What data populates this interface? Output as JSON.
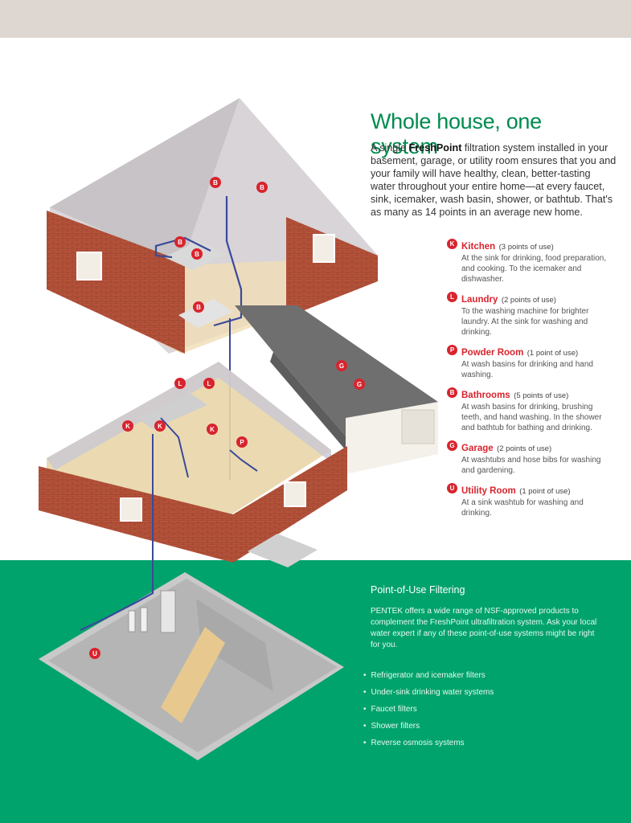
{
  "headline": "Whole house, one system",
  "intro": {
    "p1": "A single ",
    "p2": "FreshPoint",
    "p3": " filtration system installed in your basement, garage, or utility room ensures that you and your family will have healthy, clean, better-tasting water throughout your entire home—at every faucet, sink, icemaker, wash basin, shower, or bathtub. That's as many as 14 points in an average new home."
  },
  "points": [
    {
      "letter": "K",
      "title": "Kitchen",
      "note": "(3 points of use)",
      "desc": "At the sink for drinking, food preparation, and cooking. To the icemaker and dishwasher."
    },
    {
      "letter": "L",
      "title": "Laundry",
      "note": "(2 points of use)",
      "desc": "To the washing machine for brighter laundry. At the sink for washing and drinking."
    },
    {
      "letter": "P",
      "title": "Powder Room",
      "note": "(1 point of use)",
      "desc": "At wash basins for drinking and hand washing."
    },
    {
      "letter": "B",
      "title": "Bathrooms",
      "note": "(5 points of use)",
      "desc": "At wash basins for drinking, brushing teeth, and hand washing. In the shower and bathtub for bathing and drinking."
    },
    {
      "letter": "G",
      "title": "Garage",
      "note": "(2 points of use)",
      "desc": "At washtubs and hose bibs for washing and gardening."
    },
    {
      "letter": "U",
      "title": "Utility Room",
      "note": "(1 point of use)",
      "desc": "At a sink washtub for washing and drinking."
    }
  ],
  "pou": {
    "title": "Point-of-Use Filtering",
    "text": "PENTEK offers a wide range of NSF-approved products to complement the FreshPoint ultrafiltration system. Ask your local water expert if any of these point-of-use systems might be right for you.",
    "items": [
      "Refrigerator and icemaker filters",
      "Under-sink drinking water systems",
      "Faucet filters",
      "Shower filters",
      "Reverse osmosis systems"
    ]
  },
  "markers": {
    "b": "B",
    "k": "K",
    "l": "L",
    "p": "P",
    "g": "G",
    "u": "U"
  },
  "colors": {
    "headline_green": "#008b4f",
    "band_green": "#00a36c",
    "marker_red": "#d8242e",
    "brick": "#b5523a",
    "roof": "#7a7a7a",
    "pipe": "#3a4a9a"
  }
}
